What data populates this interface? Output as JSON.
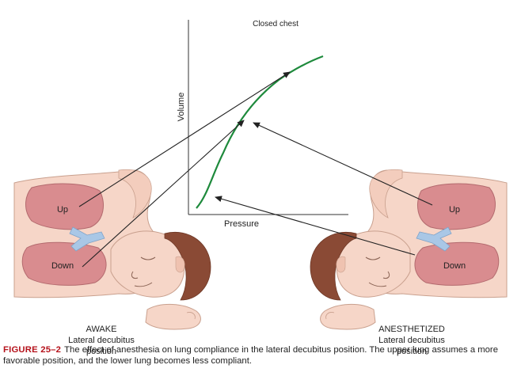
{
  "graph": {
    "title": "Closed chest",
    "x_axis_label": "Pressure",
    "y_axis_label": "Volume"
  },
  "awake": {
    "up_label": "Up",
    "down_label": "Down",
    "title": "AWAKE",
    "subtitle_line1": "Lateral decubitus",
    "subtitle_line2": "position"
  },
  "anesthetized": {
    "up_label": "Up",
    "down_label": "Down",
    "title": "ANESTHETIZED",
    "subtitle_line1": "Lateral decubitus",
    "subtitle_line2": "position"
  },
  "caption": {
    "figure_number": "FIGURE 25–2",
    "text": "The effect of anesthesia on lung compliance in the lateral decubitus position. The upper lung assumes a more favorable position, and the lower lung becomes less compliant."
  },
  "colors": {
    "curve": "#1e8a3c",
    "skin": "#f6d6c8",
    "lung": "#d98c8f",
    "bronchi": "#a9c7e6",
    "hair": "#8a4a35",
    "figure_number": "#b5121b"
  }
}
